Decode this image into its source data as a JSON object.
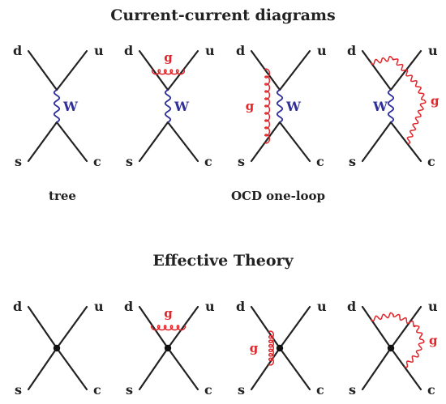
{
  "headings": {
    "top": "Current-current diagrams",
    "bottom": "Effective Theory"
  },
  "captions": {
    "tree": "tree",
    "one_loop": "OCD one-loop"
  },
  "labels": {
    "d": "d",
    "u": "u",
    "s": "s",
    "c": "c",
    "boson": "W",
    "gluon": "g"
  },
  "colors": {
    "fermion": "#222222",
    "w_boson": "#2f2f9a",
    "gluon": "#e0262a",
    "vertex": "#111111"
  },
  "rows": [
    {
      "kind": "full",
      "diagrams": [
        {
          "gluon": "none"
        },
        {
          "gluon": "upper-bridge"
        },
        {
          "gluon": "left-vertical"
        },
        {
          "gluon": "right-arc"
        }
      ]
    },
    {
      "kind": "effective",
      "diagrams": [
        {
          "gluon": "none"
        },
        {
          "gluon": "upper-bridge"
        },
        {
          "gluon": "left-vertical"
        },
        {
          "gluon": "right-arc"
        }
      ]
    }
  ]
}
